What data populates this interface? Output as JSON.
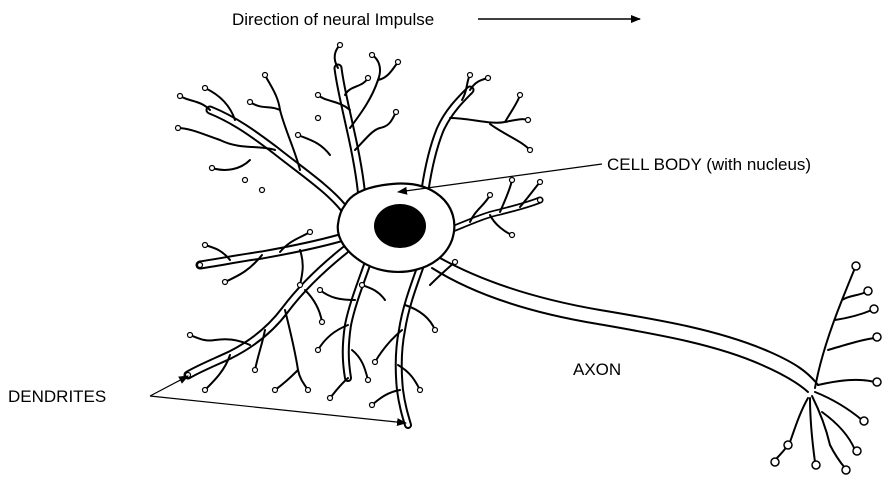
{
  "labels": {
    "direction": "Direction of neural Impulse",
    "cell_body": "CELL BODY (with nucleus)",
    "axon": "AXON",
    "dendrites": "DENDRITES"
  },
  "colors": {
    "ink": "#000000",
    "background": "#ffffff"
  },
  "icons": {
    "direction_arrow": "right-arrow"
  }
}
